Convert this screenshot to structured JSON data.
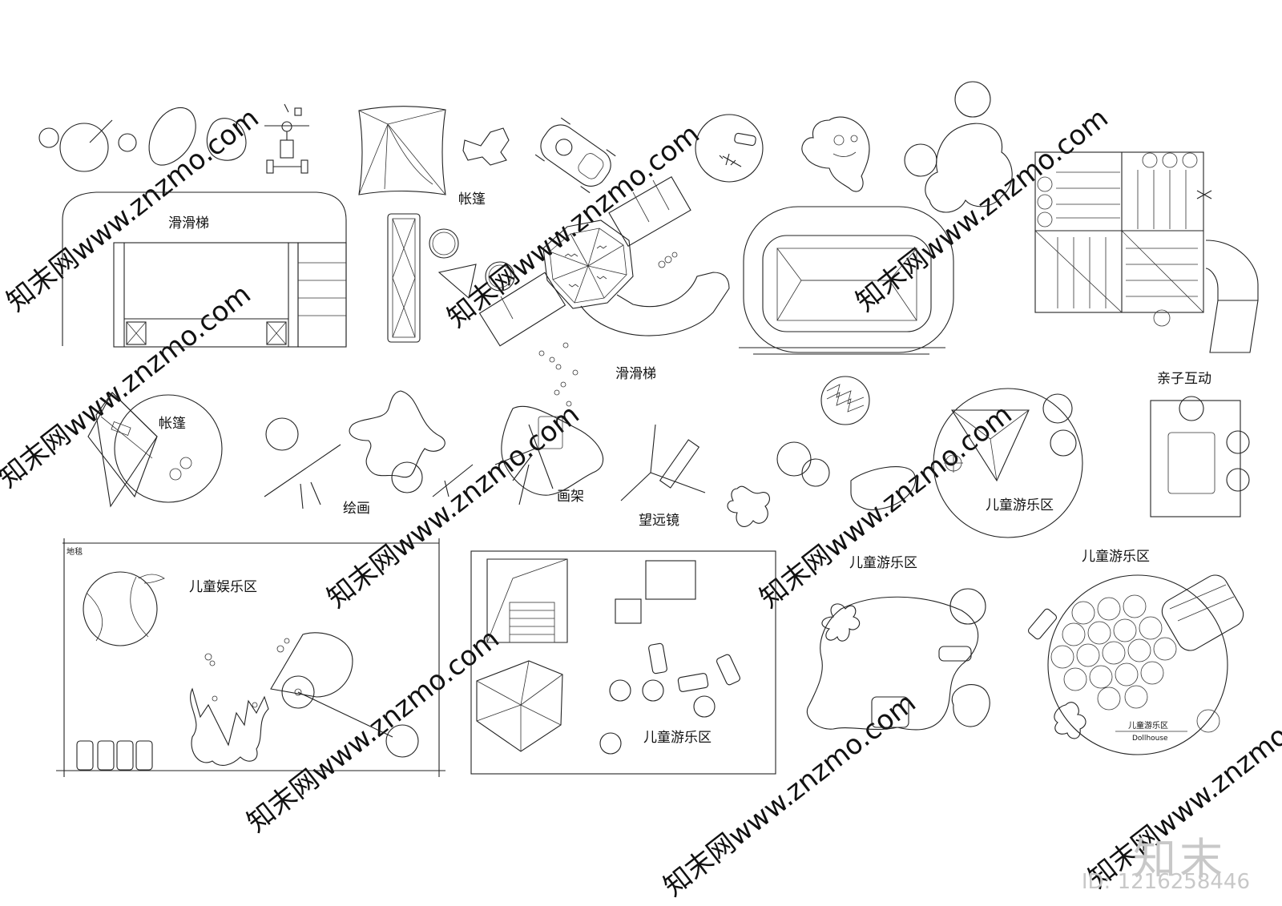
{
  "labels": {
    "slide_top_left": "滑滑梯",
    "tent_top": "帐篷",
    "slide_center": "滑滑梯",
    "tent_left": "帐篷",
    "painting": "绘画",
    "easel": "画架",
    "telescope": "望远镜",
    "parent_child": "亲子互动",
    "play_area_circle": "儿童游乐区",
    "carpet": "地毯",
    "entertainment_area": "儿童娱乐区",
    "play_area_box": "儿童游乐区",
    "play_area_right1": "儿童游乐区",
    "play_area_right2": "儿童游乐区",
    "dollhouse_cn": "儿童游乐区",
    "dollhouse_en": "Dollhouse"
  },
  "watermark": {
    "text": "知末网www.znzmo.com",
    "brand": "知末",
    "id": "ID: 1216258446"
  }
}
